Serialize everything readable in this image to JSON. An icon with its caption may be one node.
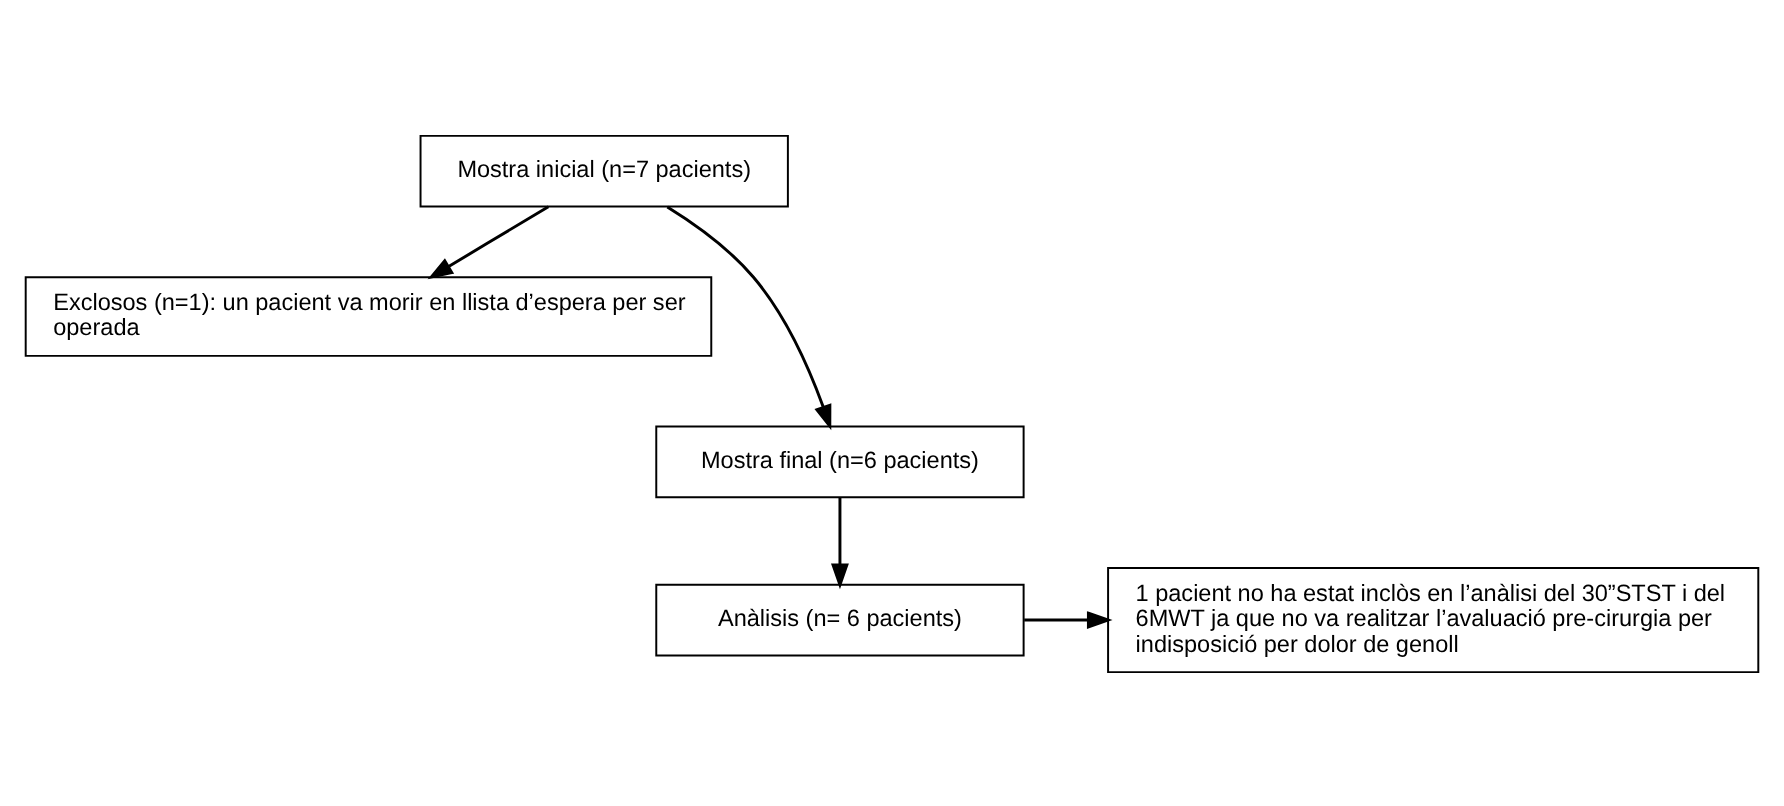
{
  "diagram": {
    "nodes": [
      {
        "text": [
          "Mostra inicial (n=7 pacients)"
        ]
      },
      {
        "text": [
          "Exclosos (n=1): un pacient va morir en llista d’espera per ser operada"
        ]
      },
      {
        "text": [
          "Mostra final (n=6 pacients)"
        ]
      },
      {
        "text": [
          "Anàlisis (n= 6 pacients)"
        ]
      },
      {
        "text": [
          "1 pacient no ha estat inclòs en l’anàlisi del 30”STST i del 6MWT ja que no va realitzar l’avaluació pre-cirurgia per indisposició per dolor de genoll"
        ]
      }
    ],
    "edges": [
      {
        "from": 0,
        "to": 1,
        "arrow": "to"
      },
      {
        "from": 0,
        "to": 2,
        "arrow": "to"
      },
      {
        "from": 2,
        "to": 3,
        "arrow": "to"
      },
      {
        "from": 3,
        "to": 4,
        "arrow": "to"
      }
    ]
  }
}
